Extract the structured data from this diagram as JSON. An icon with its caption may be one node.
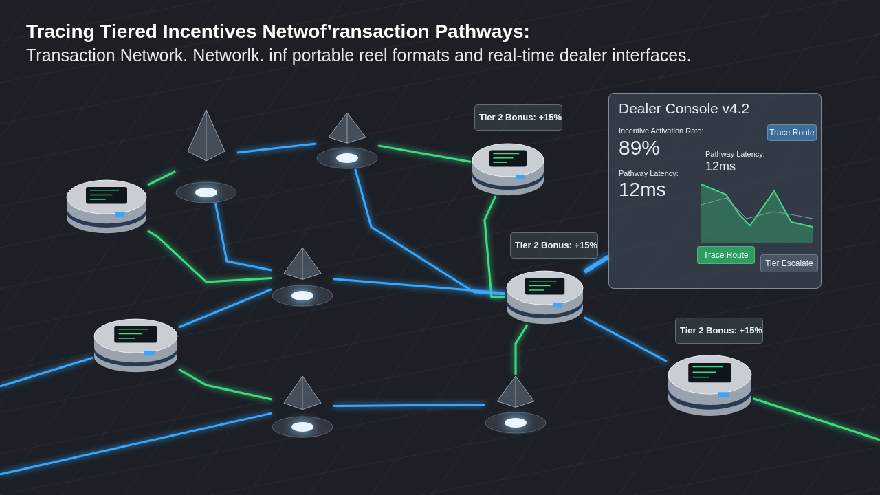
{
  "diagram": {
    "title": "Tracing Tiered Incentives Netwof’ransaction Pathways:",
    "labels": [
      "Transaction Network. Networlk. inf portable reel formats and real-time dealer interfaces."
    ],
    "nodes": [
      {
        "text": [],
        "shape": "device"
      },
      {
        "text": [],
        "shape": "prism"
      },
      {
        "text": [],
        "shape": "prism"
      },
      {
        "text": [],
        "shape": "device",
        "beside": [
          "Tier 2 Bonus: +15%"
        ]
      },
      {
        "text": [
          "Dealer Console v4.2",
          "Incentive Activation Rate:",
          "89%",
          "Pathway Latency:",
          "12ms",
          "Pathway Latency:",
          "12ms"
        ]
      },
      {
        "text": [
          "Trace Route"
        ],
        "in": 4
      },
      {
        "text": [
          "Trace Route"
        ],
        "in": 4
      },
      {
        "text": [
          "Tier Escalate"
        ],
        "in": 4
      },
      {
        "text": [],
        "shape": "prism"
      },
      {
        "text": [],
        "shape": "device",
        "beside": [
          "Tier 2 Bonus: +15%"
        ]
      },
      {
        "text": [],
        "shape": "device"
      },
      {
        "text": [],
        "shape": "prism"
      },
      {
        "text": [],
        "shape": "prism"
      },
      {
        "text": [],
        "shape": "device",
        "beside": [
          "Tier 2 Bonus: +15%"
        ]
      }
    ],
    "edges": [
      {
        "from": 0,
        "to": 1,
        "arrow": "none",
        "color": "#3ddc84"
      },
      {
        "from": 0,
        "to": 8,
        "arrow": "none",
        "color": "#3ddc84"
      },
      {
        "from": 1,
        "to": 2,
        "arrow": "none"
      },
      {
        "from": 1,
        "to": 8,
        "arrow": "none"
      },
      {
        "from": 2,
        "to": 3,
        "arrow": "none",
        "color": "#3ddc84"
      },
      {
        "from": 2,
        "to": 9,
        "arrow": "none"
      },
      {
        "from": 3,
        "to": 9,
        "arrow": "none",
        "color": "#3ddc84"
      },
      {
        "from": 9,
        "to": 4,
        "arrow": "none",
        "style": "thick"
      },
      {
        "from": 8,
        "to": 9,
        "arrow": "none"
      },
      {
        "from": 10,
        "to": 8,
        "arrow": "none"
      },
      {
        "from": 10,
        "to": 11,
        "arrow": "none",
        "color": "#3ddc84"
      },
      {
        "from": 11,
        "to": 12,
        "arrow": "none"
      },
      {
        "from": 12,
        "to": 9,
        "arrow": "none",
        "color": "#3ddc84"
      },
      {
        "from": 9,
        "to": 13,
        "arrow": "none"
      },
      {
        "from": 13,
        "to": null,
        "arrow": "none",
        "color": "#3ddc84"
      },
      {
        "from": null,
        "to": 10,
        "arrow": "none"
      },
      {
        "from": null,
        "to": 11,
        "arrow": "none"
      }
    ]
  }
}
